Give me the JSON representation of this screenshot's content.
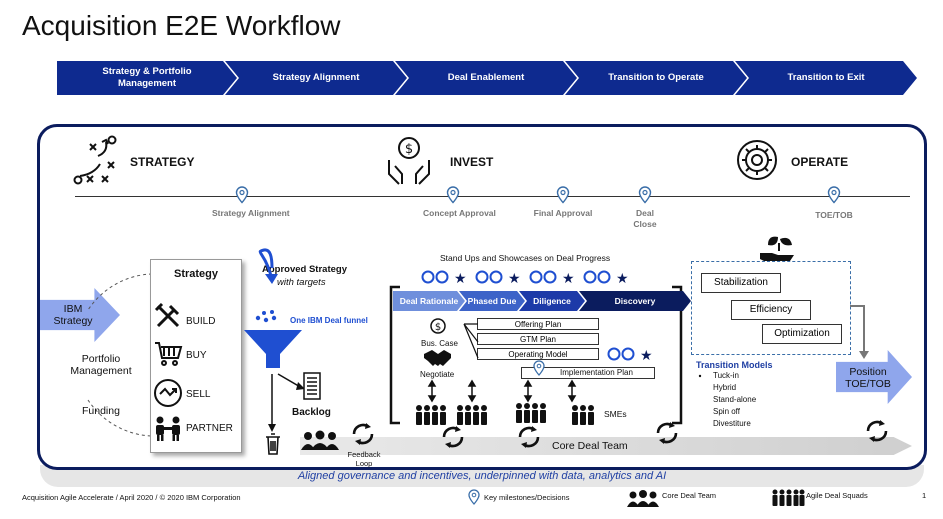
{
  "title": "Acquisition E2E Workflow",
  "header_chevrons": [
    {
      "label": "Strategy & Portfolio Management"
    },
    {
      "label": "Strategy Alignment"
    },
    {
      "label": "Deal Enablement"
    },
    {
      "label": "Transition to Operate"
    },
    {
      "label": "Transition to Exit"
    }
  ],
  "phases": {
    "strategy": "STRATEGY",
    "invest": "INVEST",
    "operate": "OPERATE"
  },
  "milestones": [
    {
      "label": "Strategy Alignment"
    },
    {
      "label": "Concept Approval"
    },
    {
      "label": "Final Approval"
    },
    {
      "label": "Deal Close"
    },
    {
      "label": "TOE/TOB"
    }
  ],
  "left": {
    "ibm_strategy": "IBM Strategy",
    "portfolio_management": "Portfolio Management",
    "funding": "Funding"
  },
  "strategy_box": {
    "title": "Strategy",
    "items": [
      {
        "label": "BUILD",
        "icon": "build-icon"
      },
      {
        "label": "BUY",
        "icon": "cart-icon"
      },
      {
        "label": "SELL",
        "icon": "sell-icon"
      },
      {
        "label": "PARTNER",
        "icon": "partner-icon"
      }
    ]
  },
  "funnel": {
    "approved_strategy": "Approved Strategy",
    "with_targets": "with targets",
    "deal_funnel": "One IBM Deal funnel",
    "backlog": "Backlog",
    "feedback_loop": "Feedback Loop"
  },
  "invest": {
    "standups": "Stand Ups and Showcases on Deal Progress",
    "deal_stages": [
      {
        "label": "Deal Rationale",
        "color": "#6f8fdc"
      },
      {
        "label": "Phased Due",
        "color": "#3d63c8"
      },
      {
        "label": "Diligence",
        "color": "#1d3aa8"
      },
      {
        "label": "Discovery",
        "color": "#0b1c5e"
      }
    ],
    "bus_case": "Bus. Case",
    "negotiate": "Negotiate",
    "plans": [
      "Offering Plan",
      "GTM Plan",
      "Operating Model"
    ],
    "implementation_plan": "Implementation Plan",
    "smes": "SMEs"
  },
  "operate": {
    "boxes": [
      "Stabilization",
      "Efficiency",
      "Optimization"
    ],
    "transition_models_title": "Transition Models",
    "transition_models": [
      "Tuck-in",
      "Hybrid",
      "Stand-alone",
      "Spin off",
      "Divestiture"
    ],
    "position": "Position TOE/TOB"
  },
  "core_deal_team": "Core Deal Team",
  "governance": "Aligned governance and incentives, underpinned with data, analytics and AI",
  "footer": {
    "copyright": "Acquisition Agile Accelerate / April 2020 / © 2020 IBM Corporation",
    "legend_milestones": "Key milestones/Decisions",
    "legend_core_team": "Core Deal Team",
    "legend_squads": "Agile Deal Squads",
    "page": "1"
  },
  "colors": {
    "navy": "#0e2a8f",
    "frame": "#0b1c5e",
    "light_arrow": "#8fa6ec",
    "accent_blue": "#1f3fa3"
  }
}
